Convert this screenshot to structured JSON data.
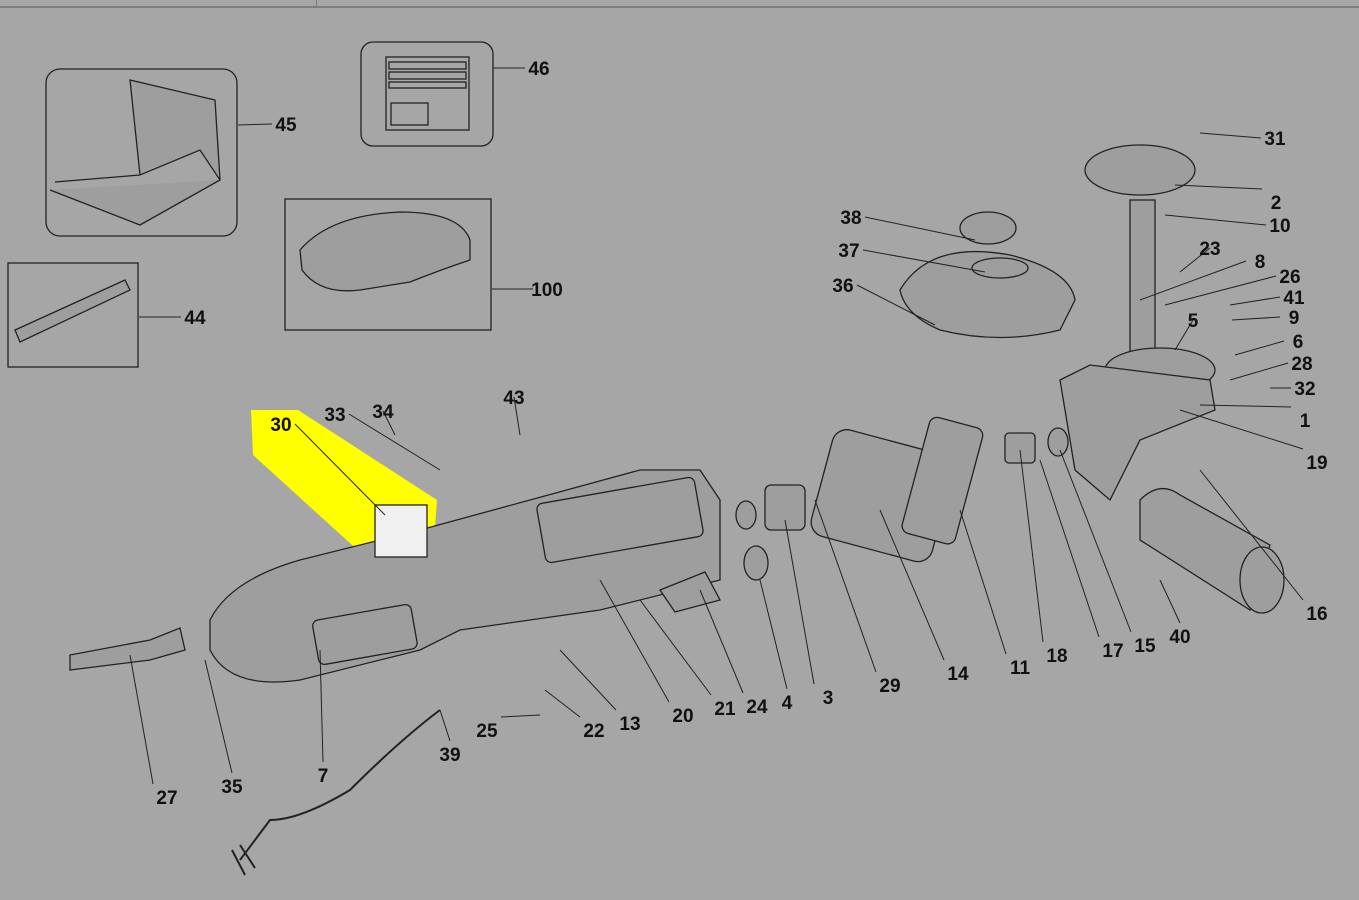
{
  "diagram": {
    "highlight_color": "#ffff00",
    "background_color": "#a6a6a6",
    "highlighted_part": "30",
    "part_labels": [
      "46",
      "45",
      "100",
      "44",
      "38",
      "37",
      "36",
      "31",
      "2",
      "10",
      "23",
      "8",
      "26",
      "41",
      "9",
      "5",
      "6",
      "28",
      "32",
      "1",
      "19",
      "16",
      "40",
      "15",
      "17",
      "18",
      "11",
      "14",
      "29",
      "3",
      "4",
      "24",
      "21",
      "20",
      "13",
      "22",
      "25",
      "39",
      "7",
      "35",
      "27",
      "30",
      "33",
      "34",
      "43"
    ]
  }
}
